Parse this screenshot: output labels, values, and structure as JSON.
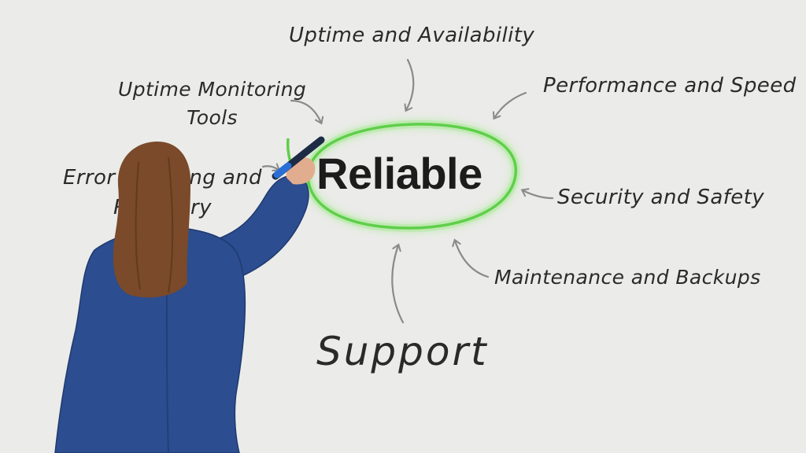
{
  "center": {
    "label": "Reliable"
  },
  "nodes": {
    "uptime_availability": "Uptime and Availability",
    "performance_speed": "Performance and Speed",
    "monitoring_tools": [
      "Uptime Monitoring",
      "Tools"
    ],
    "error_handling": [
      "Error Handling and",
      "Recovery"
    ],
    "security_safety": "Security and Safety",
    "maintenance_backups": "Maintenance and Backups",
    "support": "Support"
  },
  "colors": {
    "background": "#ebebe9",
    "highlight": "#5fcf4a",
    "ink": "#2a2a2a",
    "jacket": "#2c4d8f",
    "hair": "#7a4a2a",
    "marker": "#2a6fd6"
  }
}
